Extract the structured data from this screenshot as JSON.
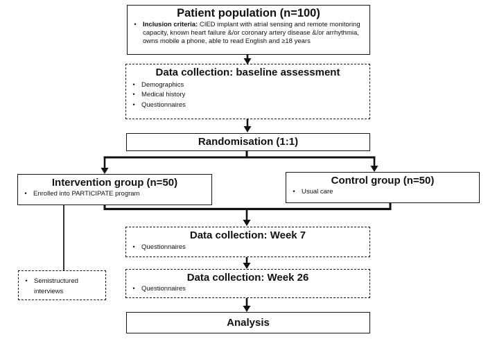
{
  "diagram": {
    "title_hint": "Randomised controlled trial flow diagram",
    "colors": {
      "ink": "#111111",
      "paper": "#ffffff"
    },
    "boxes": {
      "patient_population": {
        "title": "Patient population (n=100)",
        "inclusion_label": "Inclusion criteria:",
        "inclusion_text": " CIED implant with atrial sensing and remote monitoring capacity, known heart failure &/or coronary artery disease &/or arrhythmia, owns mobile a phone, able to read English and ≥18 years"
      },
      "baseline": {
        "title": "Data collection: baseline assessment",
        "bullets": [
          "Demographics",
          "Medical history",
          "Questionnaires"
        ]
      },
      "randomisation": {
        "title": "Randomisation (1:1)"
      },
      "intervention": {
        "title": "Intervention group (n=50)",
        "bullets": [
          "Enrolled into PARTICIPATE program"
        ]
      },
      "control": {
        "title": "Control group (n=50)",
        "bullets": [
          "Usual care"
        ]
      },
      "week7": {
        "title": "Data collection: Week 7",
        "bullets": [
          "Questionnaires"
        ]
      },
      "week26": {
        "title": "Data collection: Week 26",
        "bullets": [
          "Questionnaires"
        ]
      },
      "interviews": {
        "bullets": [
          "Semistructured interviews"
        ]
      },
      "analysis": {
        "title": "Analysis"
      }
    }
  }
}
